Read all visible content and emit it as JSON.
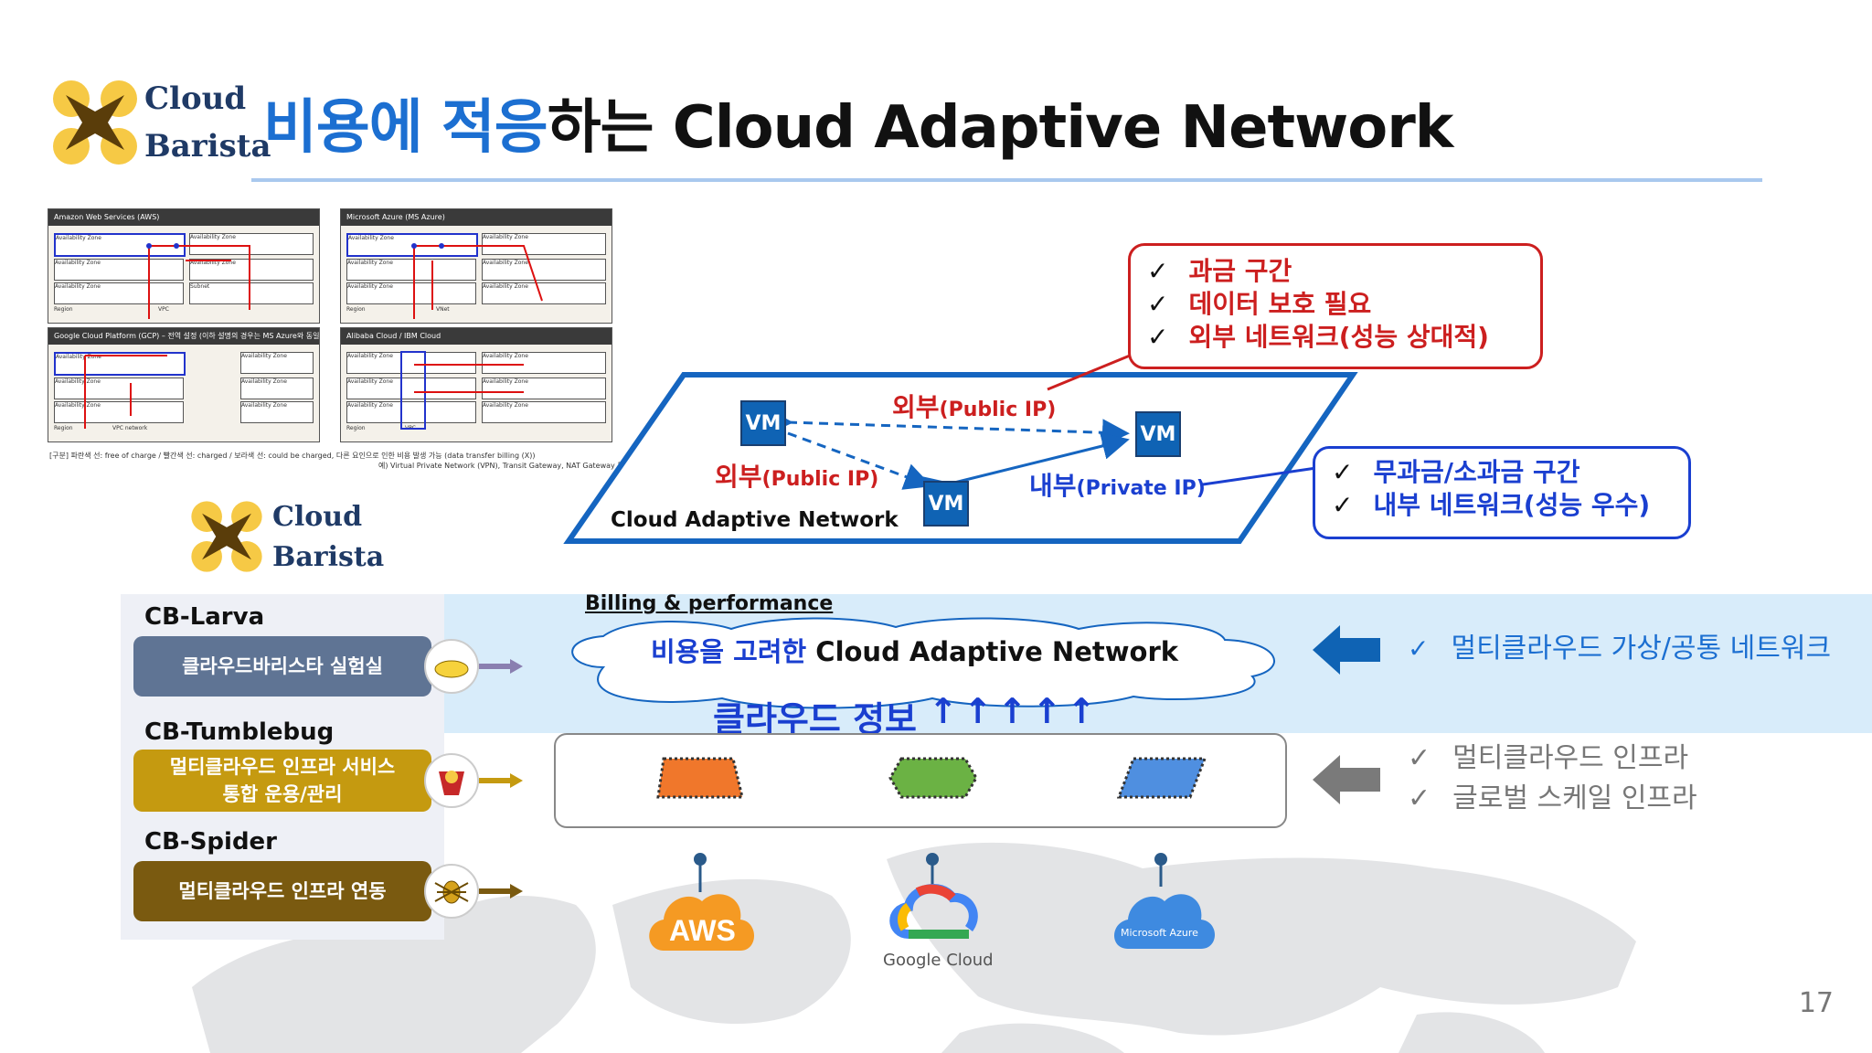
{
  "logo": {
    "word1": "Cloud",
    "word2": "Barista"
  },
  "title": {
    "blue_part": "비용에 적응",
    "black_part": "하는 Cloud Adaptive Network"
  },
  "screenshots": [
    {
      "title": "Amazon Web Services (AWS)"
    },
    {
      "title": "Microsoft Azure (MS Azure)"
    },
    {
      "title": "Google Cloud Platform (GCP) – 전역 설정 (이하 설명의 경우는 MS Azure와 동일)"
    },
    {
      "title": "Alibaba Cloud / IBM Cloud"
    }
  ],
  "screenshot_cell_labels": {
    "az": "Availability Zone",
    "subnet": "Subnet",
    "region": "Region",
    "vpc": "VPC",
    "vnet": "VNet",
    "vpc_network": "VPC network"
  },
  "screenshot_note": {
    "line1": "[구분] 파란색 선: free of charge / 빨간색 선: charged / 보라색 선: could be charged, 다른 요인으로 인한 비용 발생 가능 (data transfer billing (X))",
    "line2": "예) Virtual Private Network (VPN), Transit Gateway, NAT Gateway 등"
  },
  "network": {
    "vm_label": "VM",
    "public_ip_prefix": "외부",
    "public_ip_suffix": "(Public IP)",
    "private_ip_prefix": "내부",
    "private_ip_suffix": "(Private IP)",
    "caption": "Cloud Adaptive Network"
  },
  "callout_top": {
    "items": [
      "과금 구간",
      "데이터 보호 필요",
      "외부 네트워크(성능 상대적)"
    ]
  },
  "callout_right": {
    "items": [
      "무과금/소과금 구간",
      "내부 네트워크(성능 우수)"
    ]
  },
  "check_mark": "✓",
  "layers": [
    {
      "title": "CB-Larva",
      "label": "클라우드바리스타 실험실",
      "color": "#5f7494"
    },
    {
      "title": "CB-Tumblebug",
      "label_line1": "멀티클라우드 인프라 서비스",
      "label_line2": "통합 운용/관리",
      "color": "#c59a10"
    },
    {
      "title": "CB-Spider",
      "label": "멀티클라우드 인프라 연동",
      "color": "#7a5a10"
    }
  ],
  "billing": {
    "label": "Billing & performance",
    "cloud_blue": "비용을 고려한",
    "cloud_black": " Cloud Adaptive Network",
    "info": "클라우드 정보",
    "arrows": "↑↑↑↑↑"
  },
  "right_top": {
    "item": "멀티클라우드 가상/공통 네트워크"
  },
  "right_mid": {
    "items": [
      "멀티클라우드 인프라",
      "글로벌 스케일 인프라"
    ]
  },
  "providers": {
    "aws": "AWS",
    "gcp": "Google Cloud",
    "azure": "Microsoft Azure"
  },
  "colors": {
    "blue": "#1c6fd1",
    "red": "#cc1f1f",
    "navy": "#1a3fd0",
    "orange": "#f0772b",
    "green": "#6bb244",
    "azure_blue": "#4f8fe0"
  },
  "page_number": "17"
}
